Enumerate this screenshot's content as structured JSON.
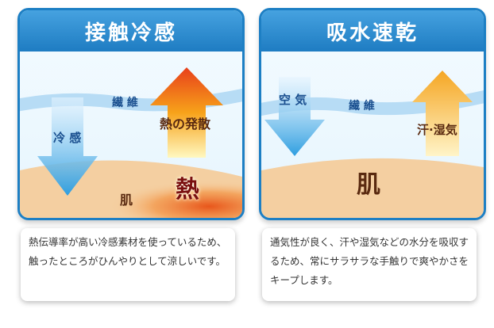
{
  "left_panel": {
    "title": "接触冷感",
    "labels": {
      "fiber": "繊 維",
      "cool": "冷 感",
      "heat_release": "熱の発散",
      "skin": "肌",
      "heat": "熱"
    },
    "description": "熱伝導率が高い冷感素材を使っているため、触ったところがひんやりとして涼しいです。"
  },
  "right_panel": {
    "title": "吸水速乾",
    "labels": {
      "air": "空 気",
      "fiber": "繊 維",
      "sweat": "汗·湿気",
      "skin": "肌"
    },
    "description": "通気性が良く、汗や湿気などの水分を吸収するため、常にサラサラな手触りで爽やかさをキープします。"
  },
  "colors": {
    "frame": "#1d7fc4",
    "header": "#2f8ed6",
    "fiber": "#b7dcf5",
    "skin": "#f4cfa1",
    "cool_arrow": "#2e9ee0",
    "heat_arrow": "#f15a1a",
    "sweat_arrow": "#f5a623",
    "label_blue": "#1a4f8f",
    "label_brown": "#5a2a10"
  }
}
